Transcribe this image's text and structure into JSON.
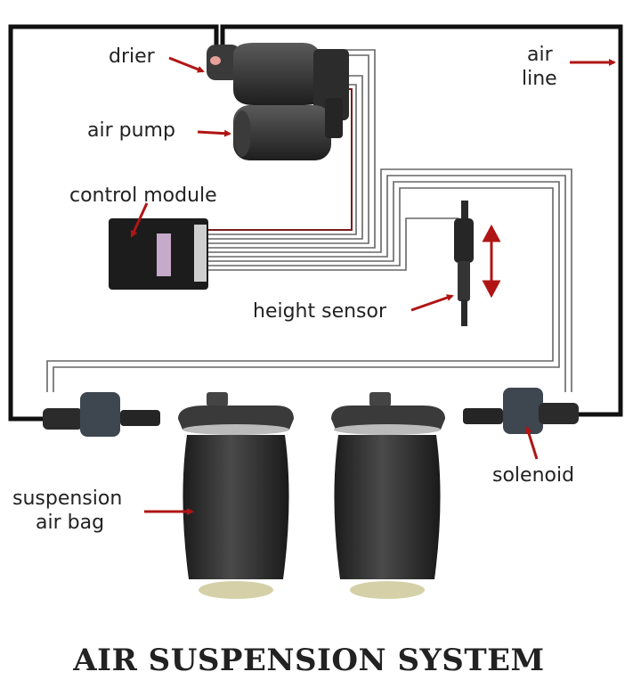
{
  "title": "AIR SUSPENSION SYSTEM",
  "labels": {
    "drier": "drier",
    "air_pump": "air pump",
    "control_module": "control module",
    "height_sensor": "height sensor",
    "air_line_1": "air",
    "air_line_2": "line",
    "suspension_1": "suspension",
    "suspension_2": "air bag",
    "solenoid": "solenoid"
  },
  "colors": {
    "arrow": "#b01515",
    "air_line": "#111111",
    "wire": "#555555",
    "component": "#2e2e2e"
  }
}
